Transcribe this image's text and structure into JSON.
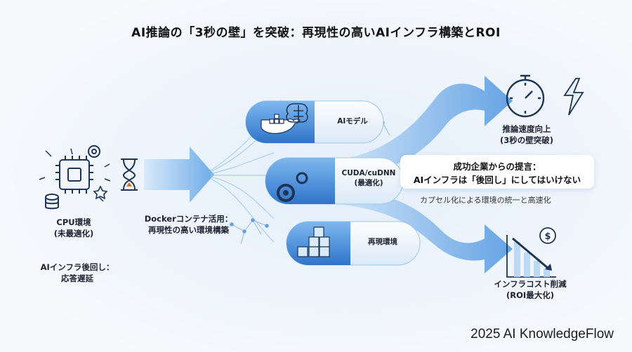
{
  "title": "AI推論の「3秒の壁」を突破：再現性の高いAIインフラ構築とROI",
  "left": {
    "cpu_label": "CPU環境\n(未最適化)",
    "delay_label": "AIインフラ後回し：\n応答遅延"
  },
  "middle": {
    "docker_label": "Dockerコンテナ活用：\n再現性の高い環境構築"
  },
  "capsules": [
    {
      "label": "AIモデル",
      "icons": [
        "docker-whale-icon",
        "brain-icon"
      ]
    },
    {
      "label": "CUDA/cuDNN\n(最適化)",
      "icons": [
        "gears-icon"
      ]
    },
    {
      "label": "再現環境",
      "icons": [
        "cubes-icon"
      ]
    }
  ],
  "right": {
    "speed_label": "推論速度向上\n(3秒の壁突破)",
    "message_line1": "成功企業からの提言：",
    "message_line2": "AIインフラは「後回し」にしてはいけない",
    "sub_caption": "カプセル化による環境の統一と高速化",
    "cost_label": "インフラコスト削減\n(ROI最大化)"
  },
  "footer": "2025 AI KnowledgeFlow",
  "colors": {
    "accent": "#2f7fd6",
    "light_blue": "#a9d1f5",
    "navy": "#1d3557"
  }
}
